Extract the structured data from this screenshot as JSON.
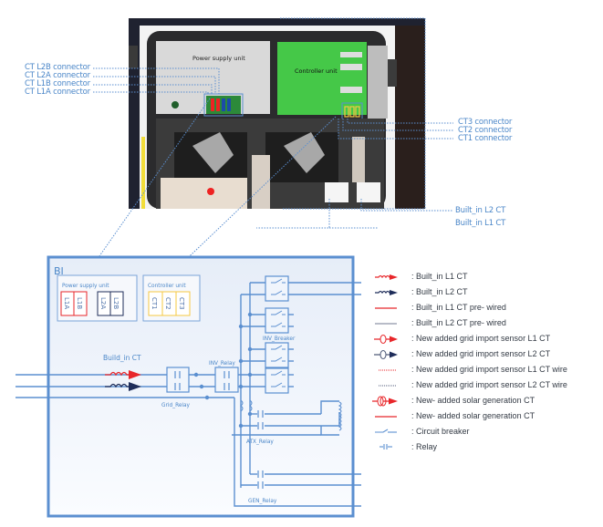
{
  "photo": {
    "power_supply_label": "Power supply unit",
    "controller_label": "Controller unit"
  },
  "callouts_left": [
    {
      "label": "CT L2B connector"
    },
    {
      "label": "CT L2A connector"
    },
    {
      "label": "CT L1B connector"
    },
    {
      "label": "CT L1A connector"
    }
  ],
  "callouts_right": [
    {
      "label": "CT3 connector"
    },
    {
      "label": "CT2 connector"
    },
    {
      "label": "CT1 connector"
    }
  ],
  "callouts_bottom": [
    {
      "label": "Built_in L2 CT"
    },
    {
      "label": "Built_in L1 CT"
    }
  ],
  "diagram": {
    "title": "BI",
    "power_supply_unit": {
      "label": "Power supply unit",
      "terminals": [
        "L1A",
        "L1B",
        "L2A",
        "L2B"
      ]
    },
    "controller_unit": {
      "label": "Controller unit",
      "terminals": [
        "CT1",
        "CT2",
        "CT3"
      ]
    },
    "build_in_ct_label": "Build_in CT",
    "grid_relay_label": "Grid_Relay",
    "inv_relay_label": "INV_Relay",
    "inv_breaker_label": "INV_Breaker",
    "atx_relay_label": "ATX_Relay",
    "gen_relay_label": "GEN_Relay"
  },
  "colors": {
    "line_blue": "#5b8fd0",
    "l1_red": "#e8262a",
    "l2_navy": "#1f2d5a",
    "ct_yellow": "#f5c842",
    "box_fill": "#eef3fb"
  },
  "legend": [
    {
      "icon": "red-ct-coil-arrow-icon",
      "text": ": Built_in L1 CT"
    },
    {
      "icon": "navy-ct-coil-arrow-icon",
      "text": ": Built_in L2 CT"
    },
    {
      "icon": "red-solid-line-icon",
      "text": ": Built_in L1 CT pre- wired"
    },
    {
      "icon": "gray-solid-line-icon",
      "text": ": Built_in L2 CT pre- wired"
    },
    {
      "icon": "red-sensor-arrow-icon",
      "text": ": New added grid import  sensor L1  CT"
    },
    {
      "icon": "navy-sensor-arrow-icon",
      "text": ": New added grid import  sensor L2 CT"
    },
    {
      "icon": "red-dotted-line-icon",
      "text": ": New added grid import  sensor L1  CT wire"
    },
    {
      "icon": "navy-dotted-line-icon",
      "text": ": New added grid import  sensor L2 CT wire"
    },
    {
      "icon": "red-solar-ct-icon",
      "text": ": New- added solar generation CT"
    },
    {
      "icon": "red-solid-line-icon",
      "text": ": New- added solar generation CT"
    },
    {
      "icon": "circuit-breaker-icon",
      "text": ": Circuit breaker"
    },
    {
      "icon": "relay-icon",
      "text": ": Relay"
    }
  ]
}
